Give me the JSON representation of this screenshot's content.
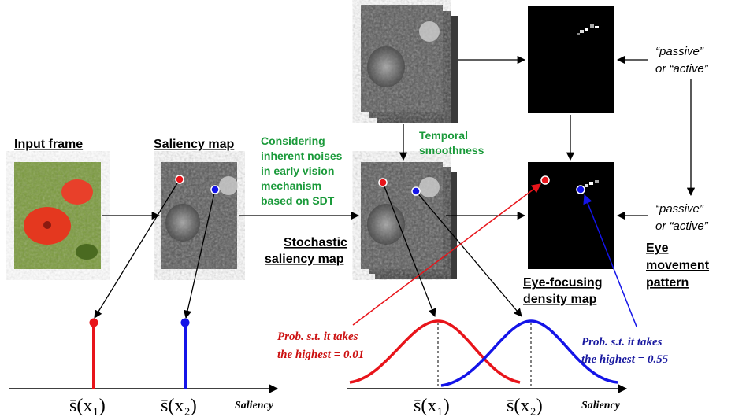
{
  "labels": {
    "input_frame": "Input frame",
    "saliency_map": "Saliency map",
    "stochastic_1": "Stochastic",
    "stochastic_2": "saliency map",
    "eye_focusing_1": "Eye-focusing",
    "eye_focusing_2": "density map",
    "eye_movement_1": "Eye",
    "eye_movement_2": "movement",
    "eye_movement_3": "pattern"
  },
  "annotations": {
    "noise_1": "Considering",
    "noise_2": "inherent noises",
    "noise_3": "in early vision",
    "noise_4": "mechanism",
    "noise_5": "based on SDT",
    "temporal_1": "Temporal",
    "temporal_2": "smoothness",
    "mode_top_1": "“passive”",
    "mode_top_2": "or “active”",
    "mode_mid_1": "“passive”",
    "mode_mid_2": "or “active”"
  },
  "probabilities": {
    "red_1": "Prob. s.t. it takes",
    "red_2": "the highest = 0.01",
    "blue_1": "Prob. s.t. it takes",
    "blue_2": "the highest = 0.55"
  },
  "axes": {
    "left_xlabel": "Saliency",
    "right_xlabel": "Saliency",
    "x1_symbol": "s̄(x₁)",
    "x2_symbol": "s̄(x₂)"
  },
  "colors": {
    "point1": "#e8141a",
    "point2": "#1414e8",
    "annotation_green": "#1a9a3a",
    "red_text": "#cc1111",
    "blue_text": "#1a1aa0"
  }
}
